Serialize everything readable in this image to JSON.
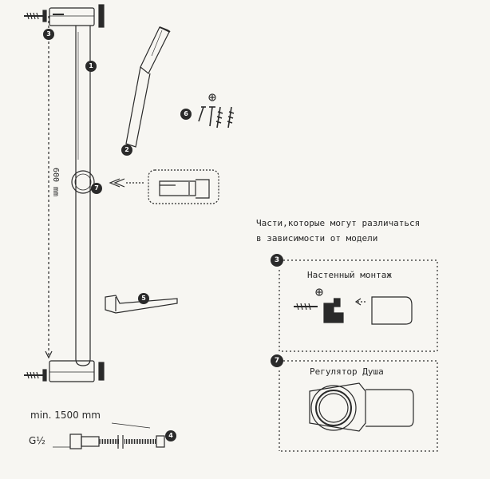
{
  "labels": {
    "dimension_600": "600 mm",
    "min_length": "min. 1500 mm",
    "thread": "G½",
    "variants_line1": "Части,которые могут различаться",
    "variants_line2": "в зависимости от модели",
    "wall_mount_title": "Настенный монтаж",
    "regulator_title": "Регулятор Душа"
  },
  "badges": {
    "rail": "1",
    "hand_shower": "2",
    "wall_bracket": "3",
    "hose": "4",
    "soap_dish": "5",
    "screws": "6",
    "slider": "7",
    "panel_wall": "3",
    "panel_regulator": "7"
  },
  "colors": {
    "ink": "#2a2a2a",
    "paper": "#f7f6f2"
  }
}
